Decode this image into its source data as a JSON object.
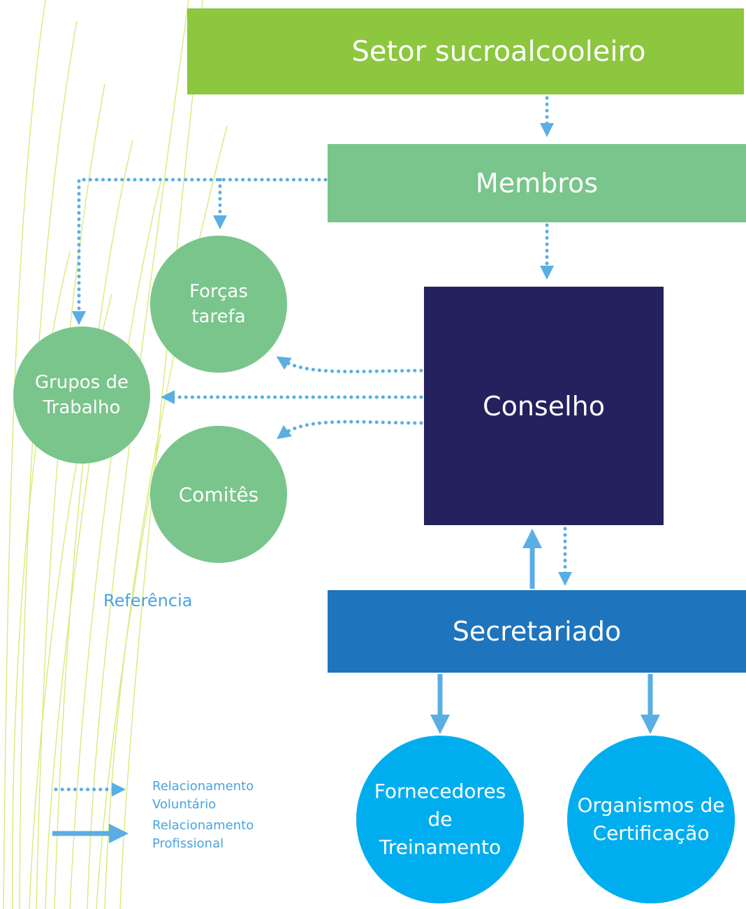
{
  "colors": {
    "setor": "#8dc63f",
    "membros": "#79c58c",
    "circle_green": "#79c58c",
    "conselho": "#25205e",
    "secretariado": "#1e74bd",
    "circle_blue": "#00aeef",
    "arrow": "#5aaee3",
    "reference_text": "#4aa3df",
    "decor_lines": "#d6eb7a"
  },
  "nodes": {
    "setor": "Setor sucroalcooleiro",
    "membros": "Membros",
    "conselho": "Conselho",
    "secretariado": "Secretariado",
    "forcas_tarefa": "Forças\ntarefa",
    "grupos_trabalho": "Grupos de\nTrabalho",
    "comites": "Comitês",
    "fornecedores": "Fornecedores\nde\nTreinamento",
    "organismos": "Organismos de\nCertificação"
  },
  "legend": {
    "title": "Referência",
    "voluntario": "Relacionamento\nVoluntário",
    "profissional": "Relacionamento\nProfissional"
  }
}
